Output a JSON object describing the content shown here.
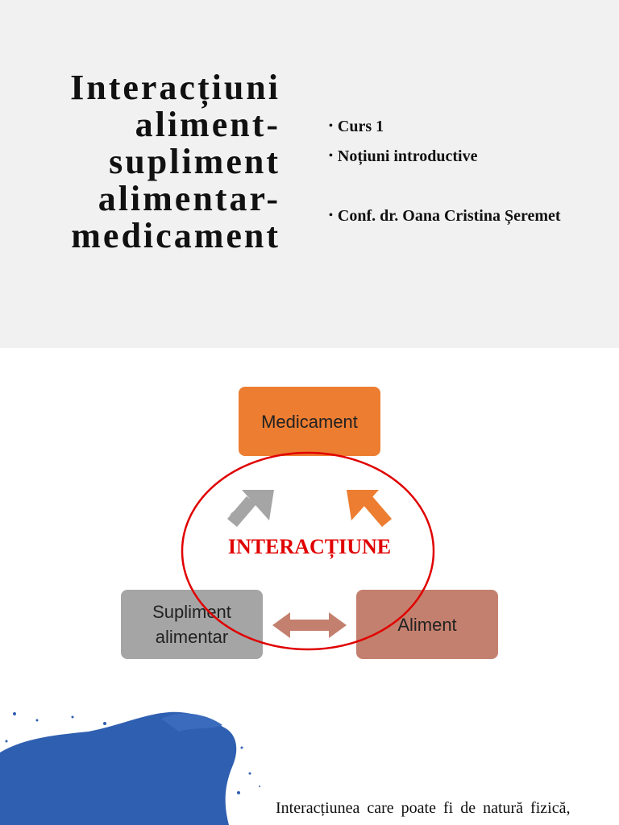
{
  "slide1": {
    "title_lines": [
      "Interacțiuni",
      "aliment-",
      "supliment",
      "alimentar-",
      "medicament"
    ],
    "bullets": [
      "Curs 1",
      "Noțiuni introductive",
      "Conf. dr. Oana Cristina Șeremet"
    ]
  },
  "slide2": {
    "boxes": {
      "medicament": "Medicament",
      "supliment_line1": "Supliment",
      "supliment_line2": "alimentar",
      "aliment": "Aliment"
    },
    "center_label": "INTERACȚIUNE",
    "colors": {
      "medicament": "#ed7d31",
      "supliment": "#a5a5a5",
      "aliment": "#c4806e",
      "ellipse": "#e00000"
    }
  },
  "slide3": {
    "text": "Interacțiunea care poate fi de natură fizică,",
    "paint_color": "#2f5fb0"
  }
}
